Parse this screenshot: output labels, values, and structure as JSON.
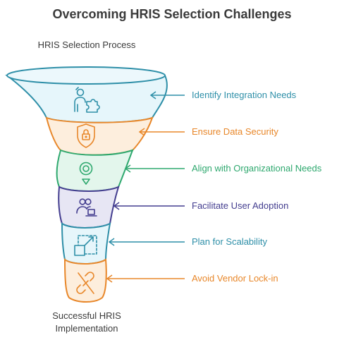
{
  "title": "Overcoming HRIS Selection Challenges",
  "top_label": "HRIS Selection Process",
  "bottom_label_line1": "Successful HRIS",
  "bottom_label_line2": "Implementation",
  "stages": [
    {
      "label": "Identify Integration Needs",
      "icon": "person-puzzle-icon",
      "color": "#2e8fa8",
      "fill": "#e6f6fb"
    },
    {
      "label": "Ensure Data Security",
      "icon": "shield-lock-icon",
      "color": "#e8872a",
      "fill": "#fdeedd"
    },
    {
      "label": "Align with Organizational Needs",
      "icon": "target-location-icon",
      "color": "#2ea86e",
      "fill": "#e3f6ec"
    },
    {
      "label": "Facilitate User Adoption",
      "icon": "users-laptop-icon",
      "color": "#433d8f",
      "fill": "#e7e6f4"
    },
    {
      "label": "Plan for Scalability",
      "icon": "scale-expand-icon",
      "color": "#2e8fa8",
      "fill": "#e6f6fb"
    },
    {
      "label": "Avoid Vendor Lock-in",
      "icon": "broken-link-icon",
      "color": "#e8872a",
      "fill": "#fdeedd"
    }
  ]
}
